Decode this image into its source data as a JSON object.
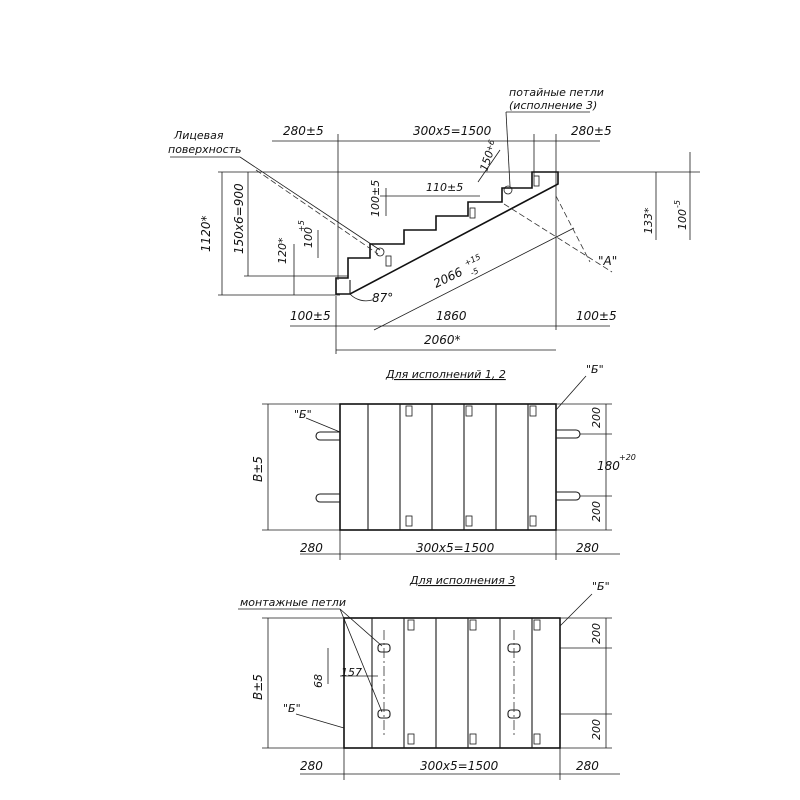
{
  "profile": {
    "dim_top_left": "280±5",
    "dim_top_mid": "300x5=1500",
    "dim_top_right": "280±5",
    "label_face": "Лицевая",
    "label_face2": "поверхность",
    "label_loops": "потайные петли",
    "label_loops2": "(исполнение 3)",
    "dim_1120": "1120*",
    "dim_150x6": "150x6=900",
    "dim_120": "120*",
    "dim_100a": "100",
    "dim_100a_sup": "+5",
    "dim_100b": "100±5",
    "dim_110": "110±5",
    "dim_150": "150",
    "dim_150_sup": "+6",
    "dim_2066": "2066",
    "dim_2066_sup": "+15",
    "dim_2066_sub": "-5",
    "dim_87": "87°",
    "label_A": "\"А\"",
    "dim_133": "133*",
    "dim_100c": "100",
    "dim_100c_sup": "-5",
    "dim_bot_left": "100±5",
    "dim_bot_mid": "1860",
    "dim_bot_right": "100±5",
    "dim_total": "2060*"
  },
  "plan12": {
    "title": "Для исполнений 1, 2",
    "label_B_left": "\"Б\"",
    "label_B_right": "\"Б\"",
    "dim_B": "В±5",
    "dim_200_top": "200",
    "dim_180": "180",
    "dim_180_sup": "+20",
    "dim_200_bot": "200",
    "dim_left": "280",
    "dim_mid": "300x5=1500",
    "dim_right": "280"
  },
  "plan3": {
    "title": "Для исполнения 3",
    "label_loops": "монтажные петли",
    "label_B_left": "\"Б\"",
    "label_B_right": "\"Б\"",
    "dim_B": "В±5",
    "dim_68": "68",
    "dim_157": "157",
    "dim_200_top": "200",
    "dim_200_bot": "200",
    "dim_left": "280",
    "dim_mid": "300x5=1500",
    "dim_right": "280"
  }
}
